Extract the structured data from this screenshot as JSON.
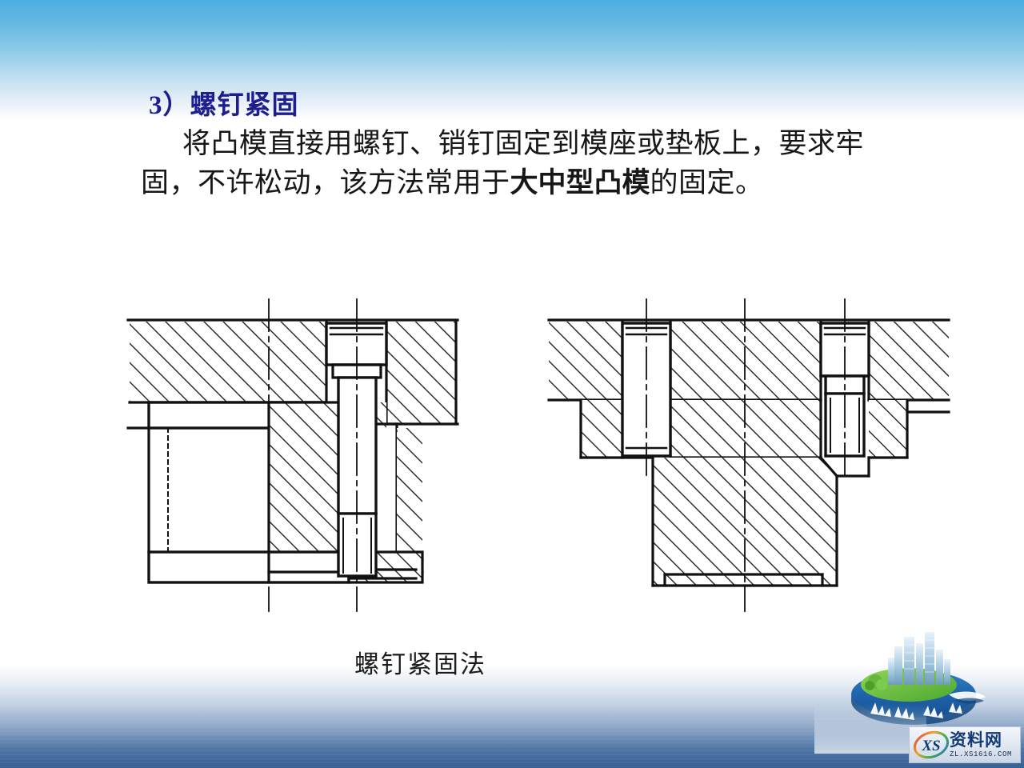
{
  "slide": {
    "heading": "3）螺钉紧固",
    "body": {
      "line1": "将凸模直接用螺钉、销钉固定到模座或垫板上，要求牢",
      "line2_a": "固，不许松动，该方法常用于",
      "line2_emph": "大中型凸模",
      "line2_b": "的固定。"
    },
    "figure_caption": "螺钉紧固法"
  },
  "colors": {
    "heading": "#1d1d8e",
    "body_text": "#171717",
    "background_top": "#4cafe0",
    "background_bottom": "#376094",
    "drawing_line": "#111111",
    "watermark_text": "#123a78"
  },
  "figure": {
    "title": "螺钉紧固法",
    "views": [
      {
        "name": "left-view",
        "description": "凸模用螺钉紧固于模座的剖视图（单螺钉）"
      },
      {
        "name": "right-view",
        "description": "凸模用两螺钉及销钉紧固于模座的剖视图"
      }
    ]
  },
  "watermark": {
    "logo_text": "XS",
    "name": "资料网",
    "url": "ZL.XS1616.COM"
  },
  "decoration": {
    "art_name": "city-island-graphic"
  }
}
